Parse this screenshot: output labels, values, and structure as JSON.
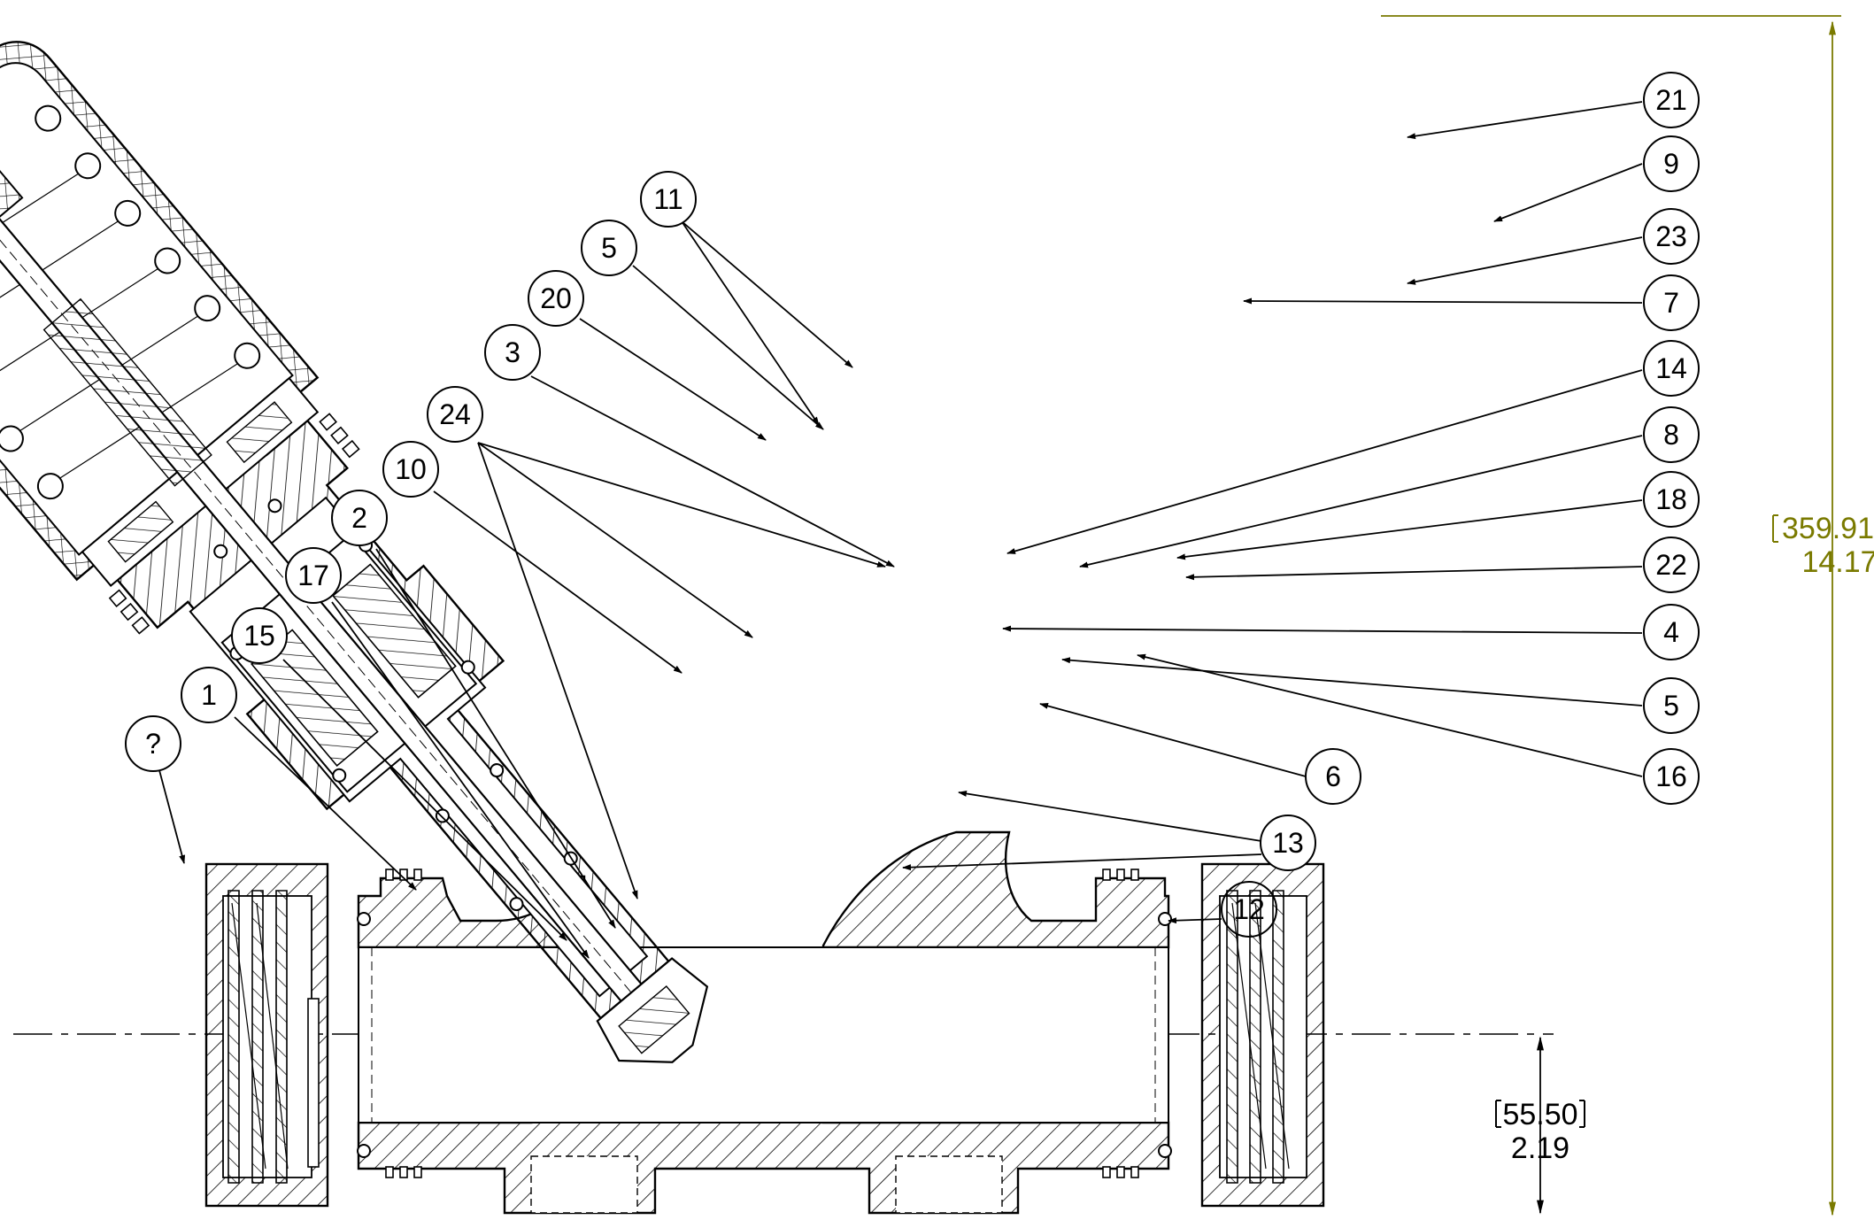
{
  "colors": {
    "line": "#000000",
    "dimension_overall": "#7a7a00",
    "background": "#ffffff"
  },
  "balloons": [
    "?",
    "1",
    "15",
    "17",
    "2",
    "10",
    "24",
    "3",
    "20",
    "5",
    "11",
    "21",
    "9",
    "23",
    "7",
    "14",
    "8",
    "18",
    "22",
    "4",
    "5",
    "16",
    "6",
    "13",
    "12"
  ],
  "dimensions": {
    "overall_height": {
      "metric": "359.91",
      "imperial": "14.17"
    },
    "centerline_height": {
      "metric": "55.50",
      "imperial": "2.19"
    }
  }
}
